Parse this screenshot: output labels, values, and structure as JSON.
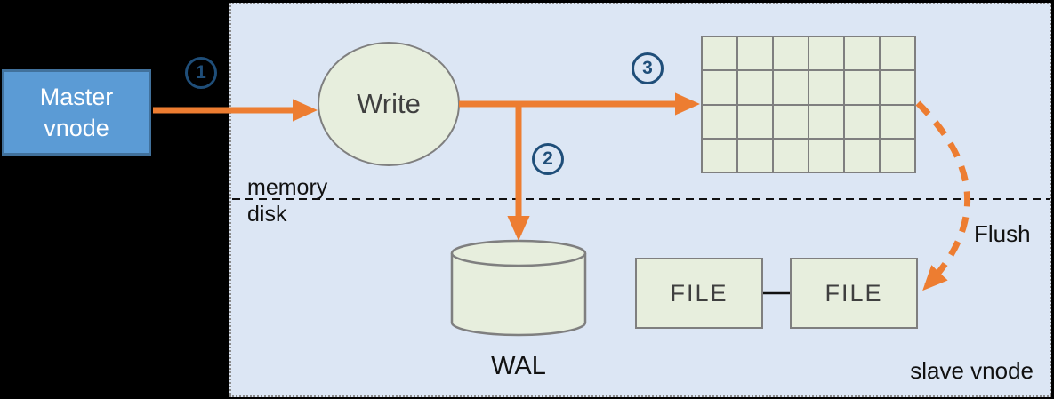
{
  "master": {
    "label": "Master vnode"
  },
  "panel": {
    "label": "slave vnode"
  },
  "nodes": {
    "write": {
      "label": "Write"
    },
    "wal": {
      "label": "WAL"
    },
    "file_left": {
      "label": "FILE"
    },
    "file_right": {
      "label": "FILE"
    }
  },
  "labels": {
    "memory": "memory",
    "disk": "disk",
    "flush": "Flush"
  },
  "steps": [
    {
      "n": "1"
    },
    {
      "n": "2"
    },
    {
      "n": "3"
    }
  ],
  "grid": {
    "rows": 4,
    "cols": 6
  },
  "colors": {
    "background": "#000000",
    "panel_bg": "#dce6f4",
    "panel_border": "#8a8a8a",
    "master_bg": "#5b9bd5",
    "master_border": "#41719c",
    "shape_fill": "#e7eedd",
    "shape_border": "#7f7f7f",
    "arrow": "#ed7d31",
    "step_badge": "#1f4e79",
    "text_dark": "#3f3f3f",
    "text_black": "#111111"
  }
}
